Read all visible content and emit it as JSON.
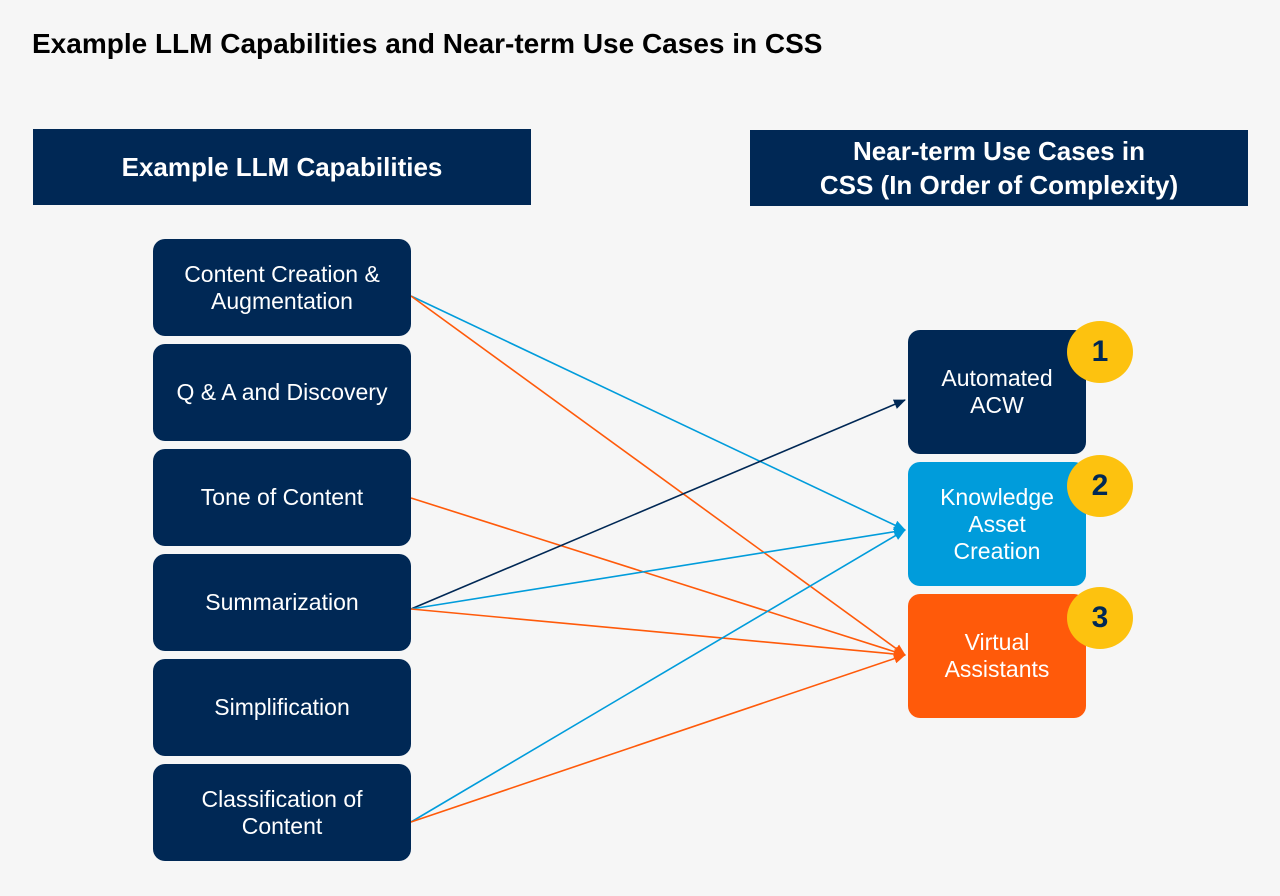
{
  "title": "Example LLM Capabilities and Near-term Use Cases in CSS",
  "headers": {
    "capabilities": [
      "Example LLM Capabilities"
    ],
    "use_cases": [
      "Near-term Use Cases in",
      "CSS (In Order of Complexity)"
    ]
  },
  "capabilities": [
    {
      "lines": [
        "Content Creation &",
        "Augmentation"
      ]
    },
    {
      "lines": [
        "Q & A and Discovery"
      ]
    },
    {
      "lines": [
        "Tone of Content"
      ]
    },
    {
      "lines": [
        "Summarization"
      ]
    },
    {
      "lines": [
        "Simplification"
      ]
    },
    {
      "lines": [
        "Classification of",
        "Content"
      ]
    }
  ],
  "use_cases": [
    {
      "lines": [
        "Automated",
        "ACW"
      ],
      "badge": "1",
      "color": "#002855"
    },
    {
      "lines": [
        "Knowledge",
        "Asset",
        "Creation"
      ],
      "badge": "2",
      "color": "#009cdb"
    },
    {
      "lines": [
        "Virtual",
        "Assistants"
      ],
      "badge": "3",
      "color": "#ff5a0a"
    }
  ],
  "colors": {
    "navy": "#002855",
    "blue": "#009cdb",
    "orange": "#ff5a0a",
    "badge": "#fdc20f",
    "background": "#f6f6f6"
  },
  "connections": [
    {
      "from": 0,
      "to": 1,
      "color": "#009cdb"
    },
    {
      "from": 0,
      "to": 2,
      "color": "#ff5a0a"
    },
    {
      "from": 2,
      "to": 2,
      "color": "#ff5a0a"
    },
    {
      "from": 3,
      "to": 0,
      "color": "#002855"
    },
    {
      "from": 3,
      "to": 1,
      "color": "#009cdb"
    },
    {
      "from": 3,
      "to": 2,
      "color": "#ff5a0a"
    },
    {
      "from": 5,
      "to": 1,
      "color": "#009cdb"
    },
    {
      "from": 5,
      "to": 2,
      "color": "#ff5a0a"
    }
  ]
}
